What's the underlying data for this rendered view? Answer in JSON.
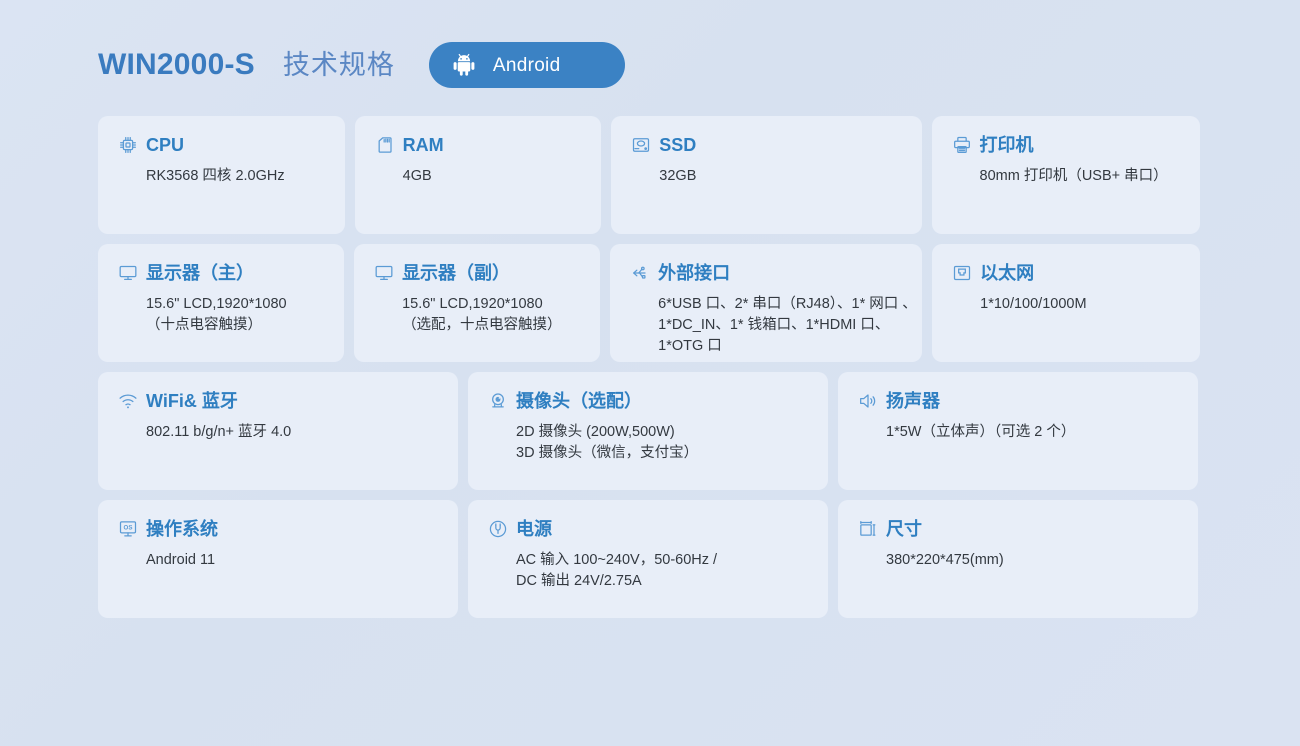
{
  "header": {
    "model": "WIN2000-S",
    "title": "技术规格",
    "os_badge": {
      "label": "Android",
      "icon": "android-icon",
      "bg_color": "#3b82c4",
      "text_color": "#ffffff"
    },
    "model_color": "#3a7bbf",
    "title_color": "#5b87c4"
  },
  "theme": {
    "page_background": "#d8e2f1",
    "card_background": "#e8eef8",
    "card_title_color": "#2f7fc1",
    "card_icon_color": "#5b9bd5",
    "card_text_color": "#333940"
  },
  "rows": [
    {
      "cards": [
        {
          "icon": "cpu-chip-icon",
          "title": "CPU",
          "lines": [
            "RK3568 四核  2.0GHz"
          ]
        },
        {
          "icon": "memory-card-icon",
          "title": "RAM",
          "lines": [
            "4GB"
          ]
        },
        {
          "icon": "hard-disk-icon",
          "title": "SSD",
          "lines": [
            "32GB"
          ]
        },
        {
          "icon": "printer-icon",
          "title": "打印机",
          "lines": [
            "80mm 打印机（USB+ 串口）"
          ]
        }
      ]
    },
    {
      "cards": [
        {
          "icon": "monitor-icon",
          "title": "显示器（主）",
          "lines": [
            "15.6\" LCD,1920*1080",
            "（十点电容触摸）"
          ]
        },
        {
          "icon": "monitor-icon",
          "title": "显示器（副）",
          "lines": [
            "15.6\" LCD,1920*1080",
            "（选配，十点电容触摸）"
          ]
        },
        {
          "icon": "usb-connector-icon",
          "title": "外部接口",
          "lines": [
            "6*USB 口、2* 串口（RJ48）、1* 网口 、",
            "1*DC_IN、1* 钱箱口、1*HDMI 口、",
            "1*OTG 口"
          ]
        },
        {
          "icon": "ethernet-port-icon",
          "title": "以太网",
          "lines": [
            "1*10/100/1000M"
          ]
        }
      ]
    },
    {
      "cards": [
        {
          "icon": "wifi-icon",
          "title": "WiFi& 蓝牙",
          "lines": [
            "802.11 b/g/n+ 蓝牙 4.0"
          ]
        },
        {
          "icon": "camera-icon",
          "title": "摄像头（选配）",
          "lines": [
            "2D 摄像头 (200W,500W)",
            "3D 摄像头（微信，支付宝）"
          ]
        },
        {
          "icon": "speaker-icon",
          "title": "扬声器",
          "lines": [
            "1*5W（立体声）（可选 2 个）"
          ]
        }
      ]
    },
    {
      "cards": [
        {
          "icon": "os-screen-icon",
          "title": "操作系统",
          "lines": [
            "Android 11"
          ]
        },
        {
          "icon": "power-plug-icon",
          "title": "电源",
          "lines": [
            "AC 输入 100~240V，50-60Hz /",
            "DC 输出 24V/2.75A"
          ]
        },
        {
          "icon": "dimensions-icon",
          "title": "尺寸",
          "lines": [
            "380*220*475(mm)"
          ]
        }
      ]
    }
  ]
}
